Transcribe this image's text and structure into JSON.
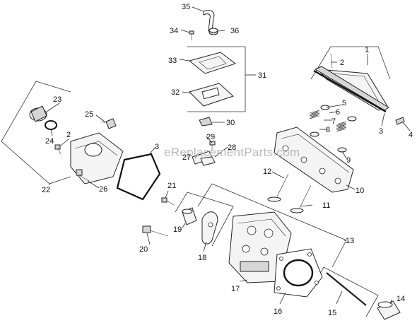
{
  "watermark": "eReplacementParts.com",
  "callouts": [
    {
      "id": "1",
      "label": "1"
    },
    {
      "id": "2a",
      "label": "2"
    },
    {
      "id": "2b",
      "label": "2"
    },
    {
      "id": "3a",
      "label": "3"
    },
    {
      "id": "3b",
      "label": "3"
    },
    {
      "id": "4",
      "label": "4"
    },
    {
      "id": "5",
      "label": "5"
    },
    {
      "id": "6",
      "label": "6"
    },
    {
      "id": "7",
      "label": "7"
    },
    {
      "id": "8",
      "label": "8"
    },
    {
      "id": "9",
      "label": "9"
    },
    {
      "id": "10",
      "label": "10"
    },
    {
      "id": "11",
      "label": "11"
    },
    {
      "id": "12",
      "label": "12"
    },
    {
      "id": "13",
      "label": "13"
    },
    {
      "id": "14",
      "label": "14"
    },
    {
      "id": "15",
      "label": "15"
    },
    {
      "id": "16",
      "label": "16"
    },
    {
      "id": "17",
      "label": "17"
    },
    {
      "id": "18",
      "label": "18"
    },
    {
      "id": "19",
      "label": "19"
    },
    {
      "id": "20",
      "label": "20"
    },
    {
      "id": "21",
      "label": "21"
    },
    {
      "id": "22",
      "label": "22"
    },
    {
      "id": "23",
      "label": "23"
    },
    {
      "id": "24",
      "label": "24"
    },
    {
      "id": "25",
      "label": "25"
    },
    {
      "id": "26",
      "label": "26"
    },
    {
      "id": "27",
      "label": "27"
    },
    {
      "id": "28",
      "label": "28"
    },
    {
      "id": "29",
      "label": "29"
    },
    {
      "id": "30",
      "label": "30"
    },
    {
      "id": "31",
      "label": "31"
    },
    {
      "id": "32",
      "label": "32"
    },
    {
      "id": "33",
      "label": "33"
    },
    {
      "id": "34",
      "label": "34"
    },
    {
      "id": "35",
      "label": "35"
    },
    {
      "id": "36",
      "label": "36"
    }
  ]
}
